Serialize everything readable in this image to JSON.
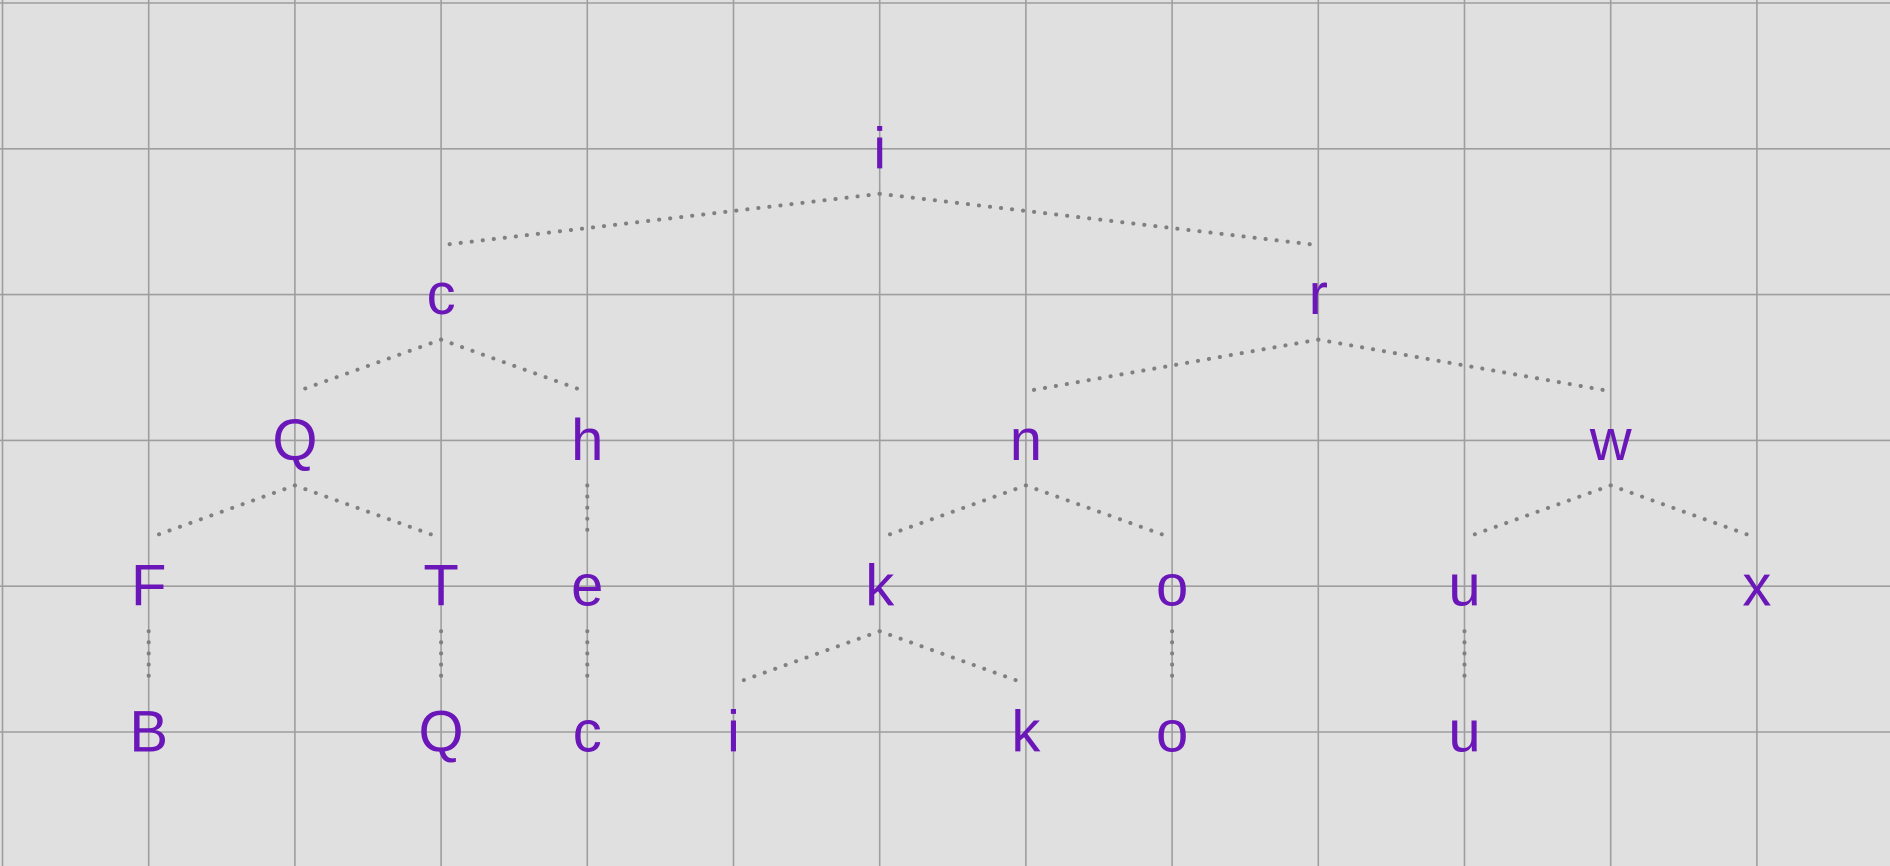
{
  "colors": {
    "background": "#e0e0e0",
    "grid": "#9e9e9e",
    "edge": "#808080",
    "node_text": "#6a16b8"
  },
  "tree": {
    "nodes": [
      {
        "id": "n0",
        "label": "i",
        "col": 6,
        "row": 1,
        "parent": null
      },
      {
        "id": "n1",
        "label": "c",
        "col": 3,
        "row": 2,
        "parent": "n0"
      },
      {
        "id": "n2",
        "label": "r",
        "col": 9,
        "row": 2,
        "parent": "n0"
      },
      {
        "id": "n3",
        "label": "Q",
        "col": 2,
        "row": 3,
        "parent": "n1"
      },
      {
        "id": "n4",
        "label": "h",
        "col": 4,
        "row": 3,
        "parent": "n1"
      },
      {
        "id": "n5",
        "label": "n",
        "col": 7,
        "row": 3,
        "parent": "n2"
      },
      {
        "id": "n6",
        "label": "w",
        "col": 11,
        "row": 3,
        "parent": "n2"
      },
      {
        "id": "n7",
        "label": "F",
        "col": 1,
        "row": 4,
        "parent": "n3"
      },
      {
        "id": "n8",
        "label": "T",
        "col": 3,
        "row": 4,
        "parent": "n3"
      },
      {
        "id": "n9",
        "label": "e",
        "col": 4,
        "row": 4,
        "parent": "n4"
      },
      {
        "id": "n10",
        "label": "k",
        "col": 6,
        "row": 4,
        "parent": "n5"
      },
      {
        "id": "n11",
        "label": "o",
        "col": 8,
        "row": 4,
        "parent": "n5"
      },
      {
        "id": "n12",
        "label": "u",
        "col": 10,
        "row": 4,
        "parent": "n6"
      },
      {
        "id": "n13",
        "label": "x",
        "col": 12,
        "row": 4,
        "parent": "n6"
      },
      {
        "id": "n14",
        "label": "B",
        "col": 1,
        "row": 5,
        "parent": "n7"
      },
      {
        "id": "n15",
        "label": "Q",
        "col": 3,
        "row": 5,
        "parent": "n8"
      },
      {
        "id": "n16",
        "label": "c",
        "col": 4,
        "row": 5,
        "parent": "n9"
      },
      {
        "id": "n17",
        "label": "i",
        "col": 5,
        "row": 5,
        "parent": "n10"
      },
      {
        "id": "n18",
        "label": "k",
        "col": 7,
        "row": 5,
        "parent": "n10"
      },
      {
        "id": "n19",
        "label": "o",
        "col": 8,
        "row": 5,
        "parent": "n11"
      },
      {
        "id": "n20",
        "label": "u",
        "col": 10,
        "row": 5,
        "parent": "n12"
      }
    ]
  }
}
